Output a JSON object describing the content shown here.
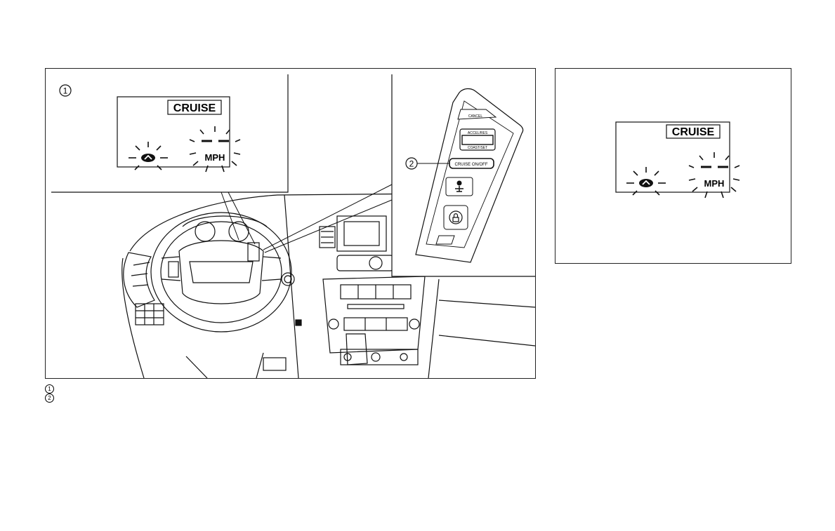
{
  "callouts": {
    "one": "1",
    "two": "2"
  },
  "display_inset": {
    "cruise_label": "CRUISE",
    "unit_label": "MPH"
  },
  "switch_panel": {
    "cancel_label": "CANCEL",
    "accel_label": "ACCEL/RES",
    "coast_label": "COAST/SET",
    "main_switch_label": "CRUISE ON/OFF"
  },
  "side_display": {
    "cruise_label": "CRUISE",
    "unit_label": "MPH"
  },
  "legend": [
    {
      "number": "1",
      "text": ""
    },
    {
      "number": "2",
      "text": ""
    }
  ]
}
